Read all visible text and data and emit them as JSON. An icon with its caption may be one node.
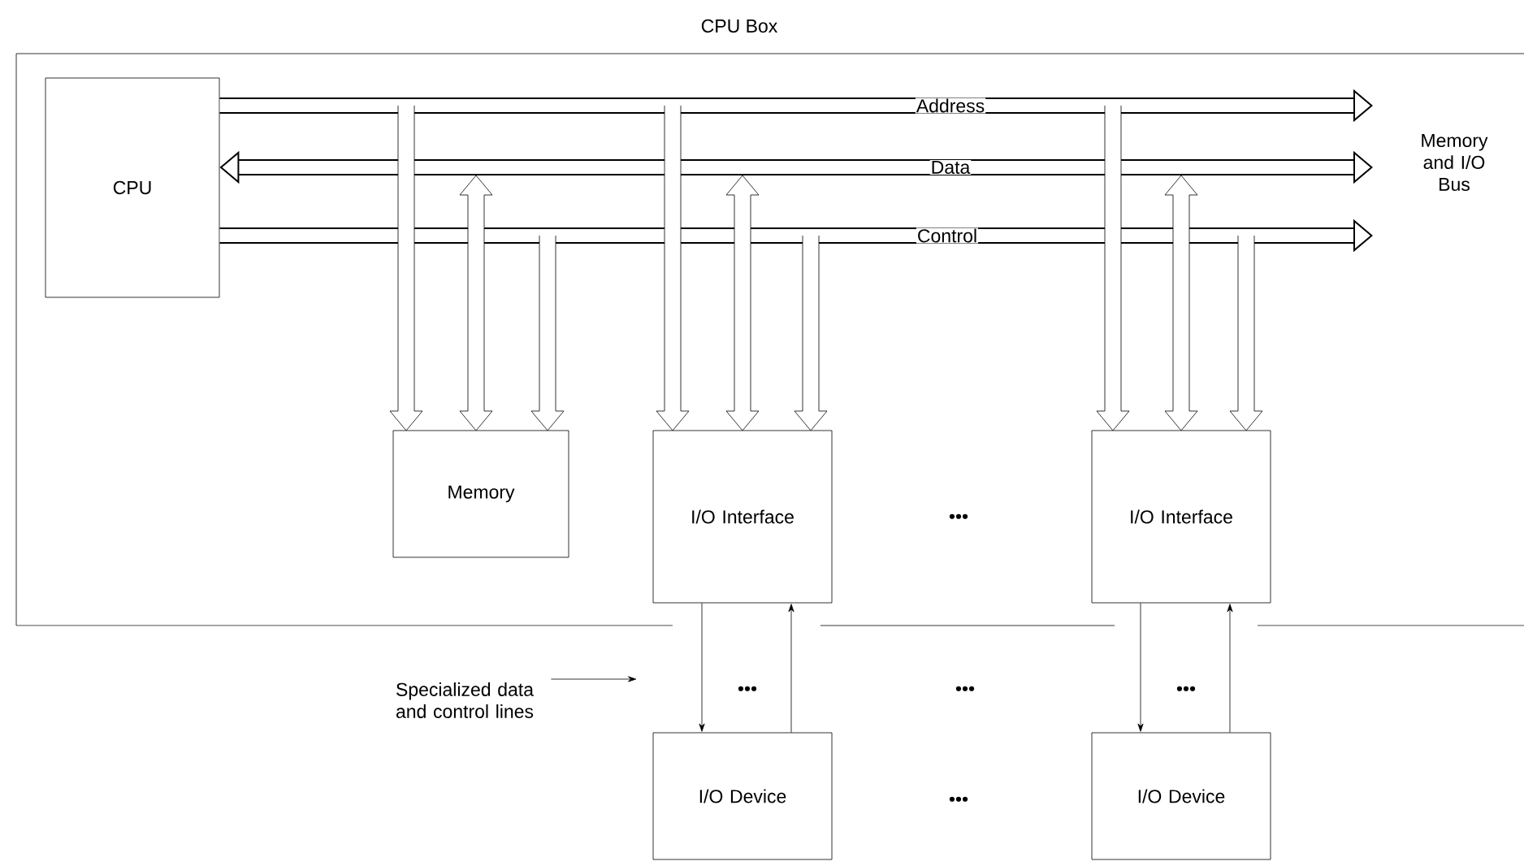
{
  "diagram": {
    "nodes": [
      {
        "text": [
          "CPU Box"
        ]
      },
      {
        "text": [
          "CPU"
        ],
        "in": 0
      },
      {
        "text": [
          "Memory"
        ],
        "in": 0
      },
      {
        "text": [
          "I/O Interface"
        ],
        "in": 0
      },
      {
        "text": [
          "I/O Interface"
        ],
        "in": 0
      },
      {
        "text": [
          "I/O Device"
        ]
      },
      {
        "text": [
          "I/O Device"
        ]
      },
      {
        "text": [
          "Specialized data and control lines"
        ]
      }
    ],
    "edges": [
      {
        "from": 1,
        "to": null,
        "arrow": "to",
        "label": "Address",
        "style": "thick"
      },
      {
        "from": 1,
        "to": null,
        "arrow": "both",
        "label": "Data",
        "style": "thick"
      },
      {
        "from": 1,
        "to": null,
        "arrow": "to",
        "label": "Control",
        "style": "thick"
      },
      {
        "from": null,
        "to": 2,
        "arrow": "to",
        "style": "thick"
      },
      {
        "from": null,
        "to": 2,
        "arrow": "both",
        "style": "thick"
      },
      {
        "from": null,
        "to": 2,
        "arrow": "to",
        "style": "thick"
      },
      {
        "from": null,
        "to": 3,
        "arrow": "to",
        "style": "thick"
      },
      {
        "from": null,
        "to": 3,
        "arrow": "both",
        "style": "thick"
      },
      {
        "from": null,
        "to": 3,
        "arrow": "to",
        "style": "thick"
      },
      {
        "from": null,
        "to": 4,
        "arrow": "to",
        "style": "thick"
      },
      {
        "from": null,
        "to": 4,
        "arrow": "both",
        "style": "thick"
      },
      {
        "from": null,
        "to": 4,
        "arrow": "to",
        "style": "thick"
      },
      {
        "from": 3,
        "to": 5,
        "arrow": "to"
      },
      {
        "from": 5,
        "to": 3,
        "arrow": "to"
      },
      {
        "from": 4,
        "to": 6,
        "arrow": "to"
      },
      {
        "from": 6,
        "to": 4,
        "arrow": "to"
      },
      {
        "from": 7,
        "to": null,
        "arrow": "to"
      }
    ],
    "labels": [
      "Memory and I/O Bus",
      "•••",
      "•••",
      "•••",
      "•••",
      "•••"
    ]
  }
}
